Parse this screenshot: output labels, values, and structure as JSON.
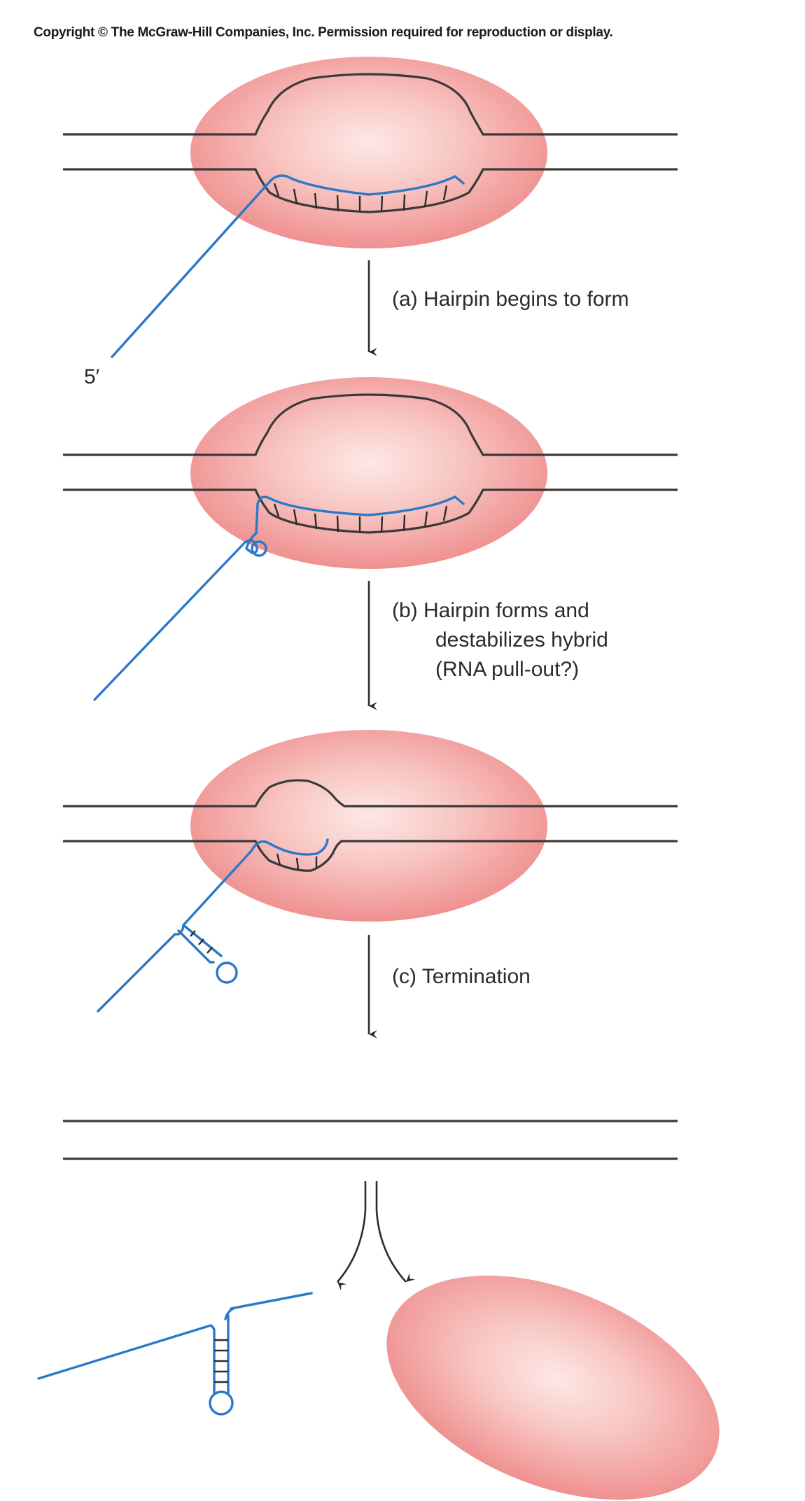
{
  "copyright": "Copyright © The McGraw-Hill Companies, Inc. Permission required for reproduction or display.",
  "five_prime_label": "5′",
  "steps": [
    {
      "lines": [
        "(a) Hairpin begins to form"
      ]
    },
    {
      "lines": [
        "(b) Hairpin forms and",
        "destabilizes hybrid",
        "(RNA pull-out?)"
      ]
    },
    {
      "lines": [
        "(c) Termination"
      ]
    }
  ],
  "colors": {
    "polymerase": "#ef9898",
    "polymerase_highlight": "#fde3e1",
    "rna": "#2a78c8",
    "dna": "#3a3a3a"
  },
  "icons": {
    "polymerase": "rna-polymerase-ellipse",
    "rna": "rna-transcript-line",
    "dna": "dna-double-strand",
    "hairpin": "rna-hairpin-loop"
  }
}
